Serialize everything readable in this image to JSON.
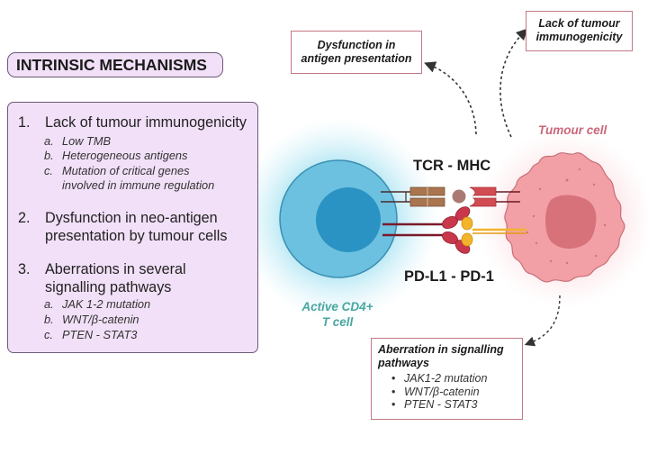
{
  "left_panel": {
    "title": "INTRINSIC MECHANISMS",
    "items": [
      {
        "number": "1.",
        "lines": [
          "Lack of tumour immunogenicity"
        ],
        "subitems": [
          {
            "letter": "a.",
            "lines": [
              "Low TMB"
            ]
          },
          {
            "letter": "b.",
            "lines": [
              "Heterogeneous antigens"
            ]
          },
          {
            "letter": "c.",
            "lines": [
              "Mutation of critical genes",
              "involved in immune regulation"
            ]
          }
        ]
      },
      {
        "number": "2.",
        "lines": [
          "Dysfunction in neo-antigen",
          "presentation by tumour cells"
        ],
        "subitems": []
      },
      {
        "number": "3.",
        "lines": [
          "Aberrations in several",
          "signalling pathways"
        ],
        "subitems": [
          {
            "letter": "a.",
            "lines": [
              "JAK 1-2 mutation"
            ]
          },
          {
            "letter": "b.",
            "lines": [
              "WNT/β-catenin"
            ]
          },
          {
            "letter": "c.",
            "lines": [
              "PTEN - STAT3"
            ]
          }
        ]
      }
    ]
  },
  "callouts": {
    "antigen_presentation": {
      "lines": [
        "Dysfunction in",
        "antigen presentation"
      ]
    },
    "immunogenicity": {
      "lines": [
        "Lack of tumour",
        "immunogenicity"
      ]
    },
    "signalling": {
      "title_lines": [
        "Aberration in signalling",
        "pathways"
      ],
      "bullets": [
        "JAK1-2 mutation",
        "WNT/β-catenin",
        "PTEN - STAT3"
      ],
      "bullet_glyph": "•"
    }
  },
  "labels": {
    "tcr_mhc": "TCR - MHC",
    "pdl1_pd1": "PD-L1 - PD-1",
    "tumour_cell": "Tumour cell",
    "t_cell": [
      "Active CD4+",
      "T cell"
    ]
  },
  "colors": {
    "panel_fill": "#f1e0f7",
    "panel_border": "#6d5a78",
    "callout_border": "#c27884",
    "t_cell": "#6cc1e0",
    "t_cell_nucleus": "#2b93c4",
    "tumour_cell": "#f2a0a6",
    "tumour_nucleus": "#d8727a",
    "tcr": "#a9754f",
    "mhc": "#d24a52",
    "pdl1": "#c8374a",
    "pd1": "#f2b42a",
    "t_cell_label": "#4aa6a0",
    "tumour_label": "#c9677a"
  }
}
